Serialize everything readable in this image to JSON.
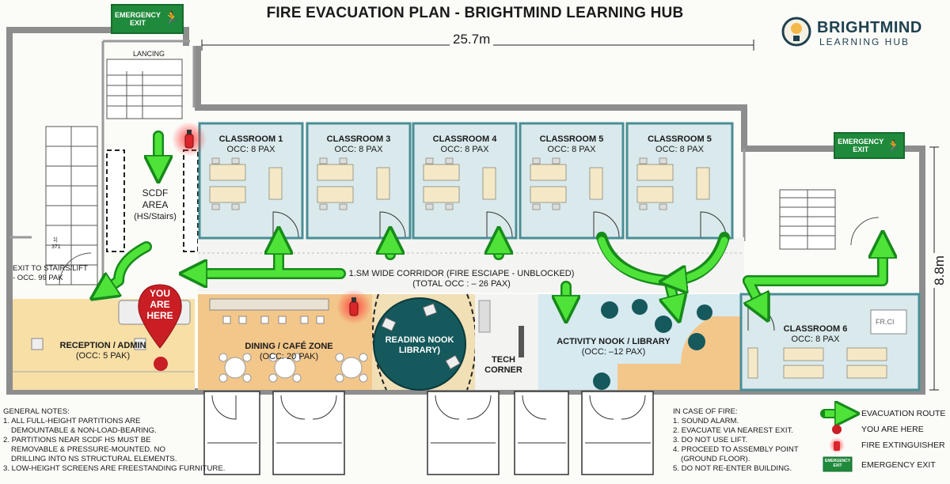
{
  "title": "FIRE EVACUATION PLAN - BRIGHTMIND LEARNING HUB",
  "logo": {
    "line1": "BRIGHTMIND",
    "line2": "LEARNING HUB"
  },
  "emergency_exit_sign": "EMERGENCY\nEXIT",
  "dimensions": {
    "width": "25.7m",
    "height": "8.8m"
  },
  "stairs": {
    "landing": "LANCING",
    "tag1": "1|",
    "tag2": "371"
  },
  "scdf": {
    "line1": "SCDF",
    "line2": "AREA",
    "line3": "(HS/Stairs)"
  },
  "exit_stairs": {
    "line1": "EXIT TO STAIRS/LIFT",
    "line2": "- OCC. 99 PAK"
  },
  "you_are_here": {
    "line1": "YOU",
    "line2": "ARE",
    "line3": "HERE"
  },
  "corridor": {
    "line1": "1.SM WIDE CORRIDOR (FIRE ESCIAPE - UNBLOCKED)",
    "line2": "(TOTAL OCC : – 26 PAX)"
  },
  "classrooms": [
    {
      "name": "CLASSROOM 1",
      "occ": "OCC: 8 PAX"
    },
    {
      "name": "CLASSROOM 3",
      "occ": "OCC: 8 PAX"
    },
    {
      "name": "CLASSROOM 4",
      "occ": "OCC: 8 PAX"
    },
    {
      "name": "CLASSROOM 5",
      "occ": "OCC: 8 PAX"
    },
    {
      "name": "CLASSROOM 5",
      "occ": "OCC: 8 PAX"
    }
  ],
  "classroom6": {
    "name": "CLASSROOM 6",
    "occ": "OCC: 8 PAX",
    "panel": "FR.CI"
  },
  "reception": {
    "name": "RECEPTION / ADMIN",
    "occ": "(OCC: 5 PAK)"
  },
  "dining": {
    "name": "DINING / CAFÉ ZONE",
    "occ": "(OCC: 20 PAK)"
  },
  "reading": {
    "line1": "READING NOOK",
    "line2": "LIBRARY)"
  },
  "tech": {
    "line1": "TECH",
    "line2": "CORNER"
  },
  "activity": {
    "name": "ACTIVITY NOOK / LIBRARY",
    "occ": "(OCC: –12 PAX)"
  },
  "general_notes": {
    "heading": "GENERAL NOTES:",
    "lines": [
      "1. ALL FULL-HEIGHT PARTITIONS ARE",
      "    DEMOUNTABLE & NON-LOAD-BEARING.",
      "2. PARTITIONS NEAR SCDF HS MUST BE",
      "    REMOVABLE & PRESSURE-MOUNTED. NO",
      "    DRILLING INTO NS STRUCTURAL ELEMENTS.",
      "3. LOW-HEIGHT SCREENS ARE FREESTANDING FURNITURE."
    ]
  },
  "in_case_of_fire": {
    "heading": "IN CASE OF FIRE:",
    "lines": [
      "1. SOUND ALARM.",
      "2. EVACUATE VIA NEAREST EXIT.",
      "3. DO NOT USE LIFT.",
      "4. PROCEED TO ASSEMBLY POINT",
      "    (GROUND FLOOR).",
      "5. DO NOT RE-ENTER BUILDING."
    ]
  },
  "legend": [
    {
      "icon": "arrow-icon",
      "label": "EVACUATION ROUTE"
    },
    {
      "icon": "red-dot-icon",
      "label": "YOU ARE HERE"
    },
    {
      "icon": "fire-extinguisher-icon",
      "label": "FIRE EXTINGUISHER"
    },
    {
      "icon": "emergency-exit-sign-icon",
      "label": "EMERGENCY EXIT"
    }
  ],
  "colors": {
    "arrow": "#4fe33a",
    "arrow_stroke": "#178a1a",
    "classroom": "#d9e9ec",
    "classroom_border": "#4a8e96",
    "dining": "#f3c78a",
    "reception": "#f7dfa6",
    "activity": "#d6eaf0",
    "reading": "#15595c",
    "wall": "#8d8d8d",
    "exit_green": "#1f8a3b",
    "alarm_red": "#d9262b"
  }
}
